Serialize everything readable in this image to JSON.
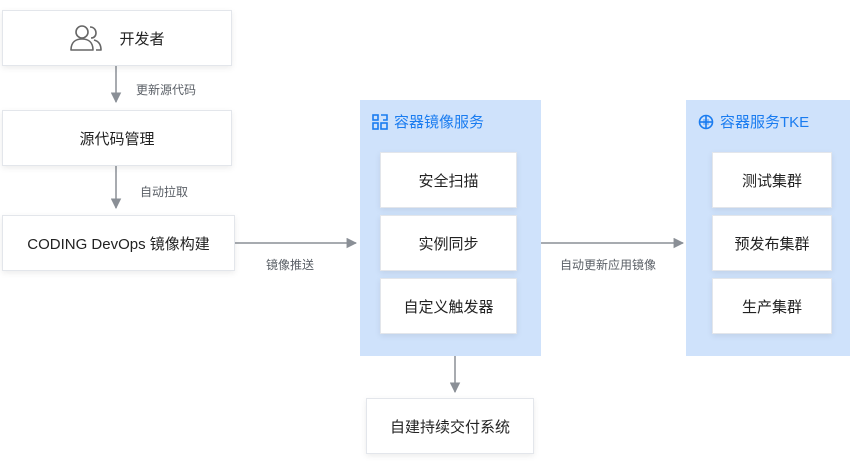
{
  "developer": {
    "label": "开发者",
    "icon": "users-icon"
  },
  "source_mgmt": {
    "label": "源代码管理"
  },
  "devops_build": {
    "label": "CODING DevOps 镜像构建"
  },
  "self_cd": {
    "label": "自建持续交付系统"
  },
  "edges": {
    "update_source": "更新源代码",
    "auto_pull": "自动拉取",
    "image_push": "镜像推送",
    "auto_update": "自动更新应用镜像"
  },
  "registry_panel": {
    "title": "容器镜像服务",
    "icon": "registry-icon",
    "items": [
      "安全扫描",
      "实例同步",
      "自定义触发器"
    ]
  },
  "tke_panel": {
    "title": "容器服务TKE",
    "icon": "tke-icon",
    "items": [
      "测试集群",
      "预发布集群",
      "生产集群"
    ]
  },
  "colors": {
    "panel_bg": "#cfe2fb",
    "accent": "#1a7cf0",
    "arrow": "#8a8f96"
  }
}
